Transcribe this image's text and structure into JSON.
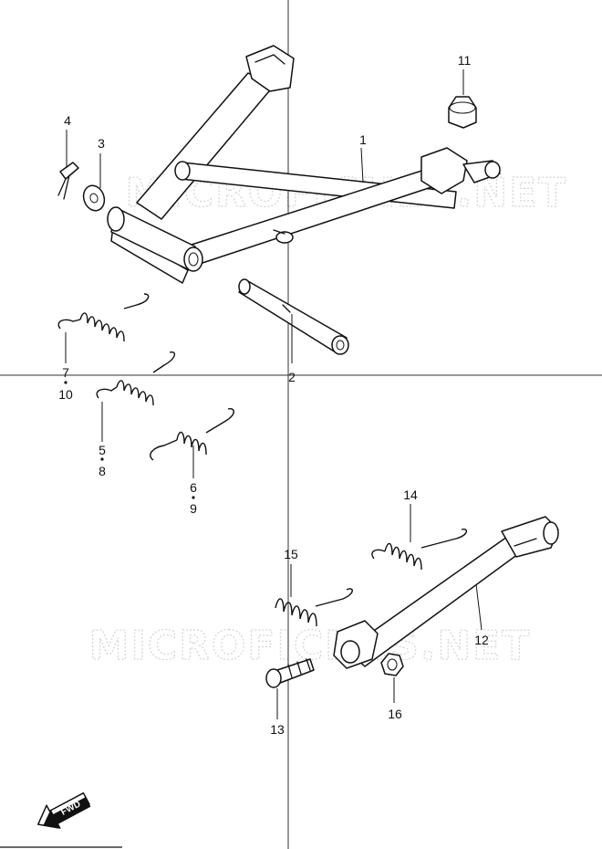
{
  "watermarks": [
    "MICROFICHES.NET",
    "MICROFICHES.NET"
  ],
  "callouts": {
    "c1": "1",
    "c2": "2",
    "c3": "3",
    "c4": "4",
    "c7": "7",
    "c10": "10",
    "c5": "5",
    "c8": "8",
    "c6": "6",
    "c9": "9",
    "c11": "11",
    "c12": "12",
    "c13": "13",
    "c14": "14",
    "c15": "15",
    "c16": "16"
  },
  "fwd_label": "FWD"
}
